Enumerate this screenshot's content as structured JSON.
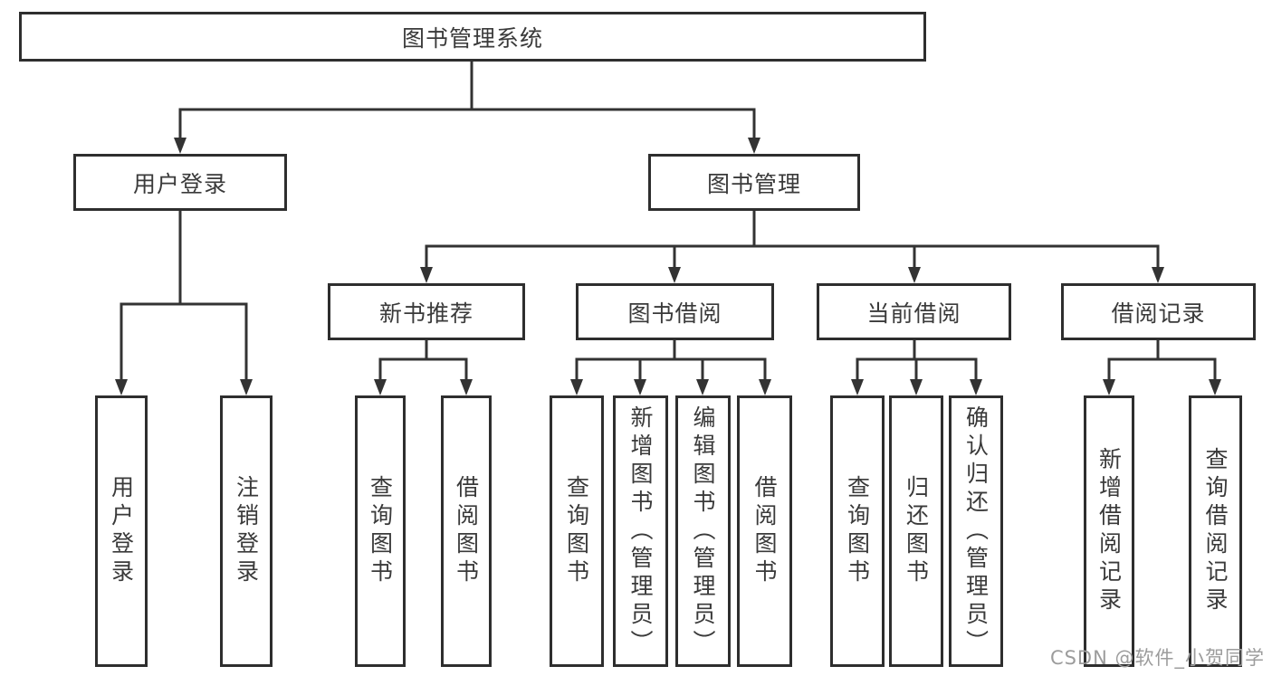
{
  "diagram": {
    "title": "图书管理系统",
    "nodes": {
      "root": "图书管理系统",
      "user_login": "用户登录",
      "book_mgmt": "图书管理",
      "new_book_rec": "新书推荐",
      "book_borrow": "图书借阅",
      "current_borrow": "当前借阅",
      "borrow_records": "借阅记录",
      "leaves": [
        "用户登录",
        "注销登录",
        "查询图书",
        "借阅图书",
        "查询图书",
        "新增图书（管理员）",
        "编辑图书（管理员）",
        "借阅图书",
        "查询图书",
        "归还图书",
        "确认归还（管理员）",
        "新增借阅记录",
        "查询借阅记录"
      ]
    },
    "colors": {
      "line": "#333333",
      "box_border": "#2e2e2e",
      "text": "#3a3a3a",
      "watermark": "#9c9c9c",
      "background": "#ffffff"
    }
  },
  "watermark": {
    "text": "CSDN @软件_小贺同学"
  }
}
